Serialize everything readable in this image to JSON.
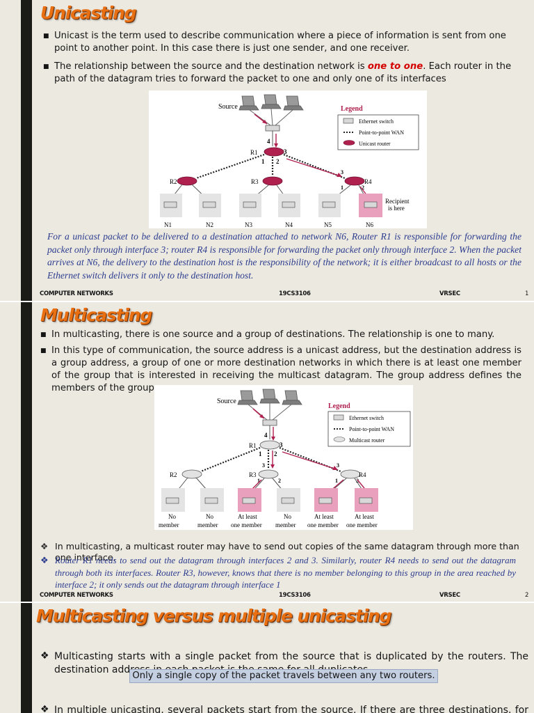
{
  "slide1": {
    "title": "Unicasting",
    "bullet1": "Unicast is the term used to describe communication where a piece of information is sent from one point to another point. In this case there is just one sender, and one receiver.",
    "bullet2_pre": "The relationship between the source and the destination network is ",
    "bullet2_hl": "one to one",
    "bullet2_post": ". Each router in the path of the datagram tries to forward the packet to one and only one of its interfaces",
    "figure": {
      "source": "Source",
      "legend_title": "Legend",
      "legend_switch": "Ethernet switch",
      "legend_wan": "Point-to-point WAN",
      "legend_router": "Unicast router",
      "r1": "R1",
      "r2": "R2",
      "r3": "R3",
      "r4": "R4",
      "p4": "4",
      "p3": "3",
      "p1": "1",
      "p2": "2",
      "r4_p3": "3",
      "r4_p1": "1",
      "r4_p2": "2",
      "recipient1": "Recipient",
      "recipient2": "is here",
      "n1": "N1",
      "n2": "N2",
      "n3": "N3",
      "n4": "N4",
      "n5": "N5",
      "n6": "N6"
    },
    "caption": "For a unicast packet to be delivered to a destination attached to network N6, Router R1 is responsible for forwarding the packet only through interface 3; router R4 is responsible for forwarding the packet only through interface 2. When the packet arrives at N6, the  delivery to the destination host is the responsibility of the network; it is either broadcast to all hosts or the Ethernet switch delivers it only to the destination host.",
    "footer_left": "COMPUTER NETWORKS",
    "footer_mid": "19CS3106",
    "footer_right": "VRSEC",
    "footer_page": "1"
  },
  "slide2": {
    "title": "Multicasting",
    "bullet1": "In multicasting, there is one source and a group of destinations. The relationship is one to many.",
    "bullet2": "In this type of communication, the source address is a unicast address, but the destination address is a group address, a group of one or more destination networks in which there is at least one member of the group that is interested in receiving the multicast datagram. The group address defines the members of the group.",
    "figure": {
      "source": "Source",
      "legend_title": "Legend",
      "legend_switch": "Ethernet switch",
      "legend_wan": "Point-to-point WAN",
      "legend_router": "Multicast router",
      "r1": "R1",
      "r2": "R2",
      "r3": "R3",
      "r4": "R4",
      "p4": "4",
      "p3": "3",
      "p1": "1",
      "p2": "2",
      "r3_p3": "3",
      "r3_p1": "1",
      "r3_p2": "2",
      "r4_p3": "3",
      "r4_p1": "1",
      "r4_p2": "2",
      "no": "No",
      "member": "member",
      "atleast": "At least",
      "onemember": "one member"
    },
    "diamond1": "In multicasting, a multicast router may have to send out copies of the same datagram through more than one interface.",
    "diamond2": "Router R1 needs to send out the datagram through interfaces 2 and 3. Similarly, router R4 needs to send out the datagram through both its interfaces. Router R3, however, knows that there is no member belonging to this group in the area reached by interface 2; it only sends out the datagram through interface 1",
    "footer_left": "COMPUTER NETWORKS",
    "footer_mid": "19CS3106",
    "footer_right": "VRSEC",
    "footer_page": "2"
  },
  "slide3": {
    "title": "Multicasting versus multiple unicasting",
    "diamond1": "Multicasting starts with a single packet from the source that is duplicated by the routers. The destination address in each packet is the same for all duplicates.",
    "highlight": "Only a single copy of the packet travels between any two routers.",
    "diamond2": "In multiple unicasting, several packets start from the source. If there are three destinations, for example, the source sends three packets, each with a different unicast destination address."
  },
  "colors": {
    "background": "#ece9e1",
    "title_orange": "#e86f12",
    "highlight_red": "#d40000",
    "caption_blue": "#2c3c8e",
    "router_magenta": "#b0204e",
    "recipient_pink": "#e8a0bc",
    "highlight_box": "#c5cfe2"
  },
  "icons": {
    "bullet": "black-square-bullet",
    "diamond": "four-diamond-bullet",
    "laptop": "laptop-icon",
    "switch": "ethernet-switch-icon",
    "router": "router-icon"
  }
}
